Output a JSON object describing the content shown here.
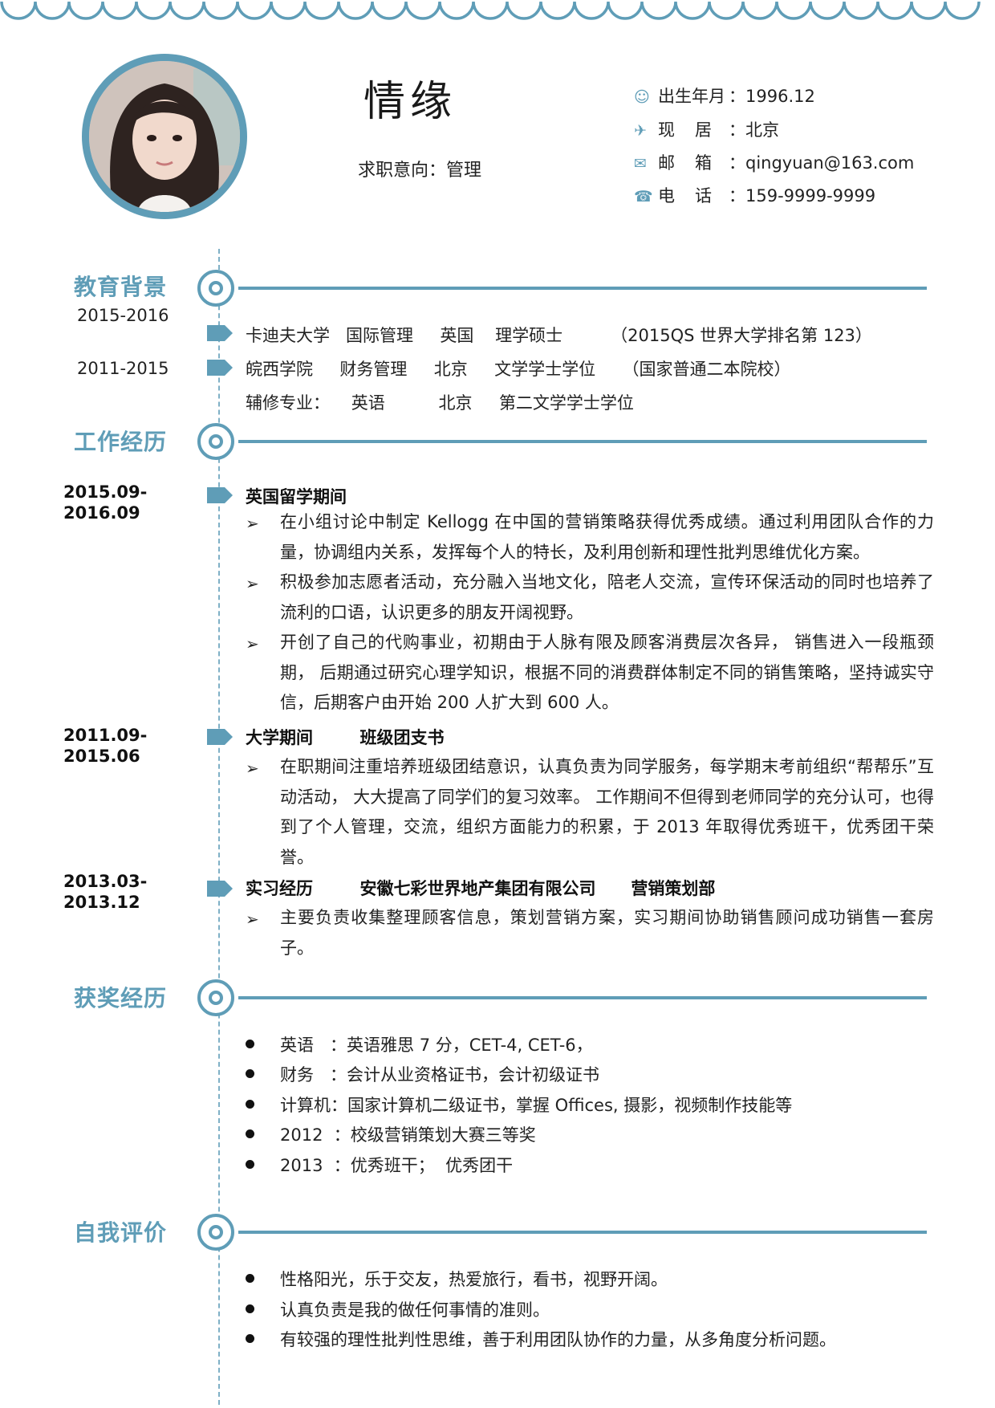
{
  "header": {
    "name": "情缘",
    "intent": "求职意向：管理"
  },
  "info": [
    {
      "icon": "smile-icon",
      "glyph": "☺",
      "label": "出生年月",
      "value": "：1996.12"
    },
    {
      "icon": "plane-icon",
      "glyph": "✈",
      "label": "现居",
      "value": "：北京"
    },
    {
      "icon": "mail-icon",
      "glyph": "✉",
      "label": "邮箱",
      "value": "：qingyuan@163.com"
    },
    {
      "icon": "phone-icon",
      "glyph": "☎",
      "label": "电话",
      "value": "：159-9999-9999"
    }
  ],
  "sections": {
    "education": "教育背景",
    "work": "工作经历",
    "awards": "获奖经历",
    "self": "自我评价"
  },
  "education": [
    {
      "year": "2015-2016",
      "line": "卡迪夫大学   国际管理     英国    理学硕士         （2015QS 世界大学排名第 123）"
    },
    {
      "year": "2011-2015",
      "line": "皖西学院     财务管理     北京     文学学士学位     （国家普通二本院校）"
    },
    {
      "year": "",
      "line": "辅修专业：    英语          北京     第二文学学士学位"
    }
  ],
  "work": [
    {
      "date1": "2015.09-",
      "date2": "2016.09",
      "title": "英国留学期间",
      "bullets": [
        "在小组讨论中制定 Kellogg 在中国的营销策略获得优秀成绩。通过利用团队合作的力量，协调组内关系，发挥每个人的特长，及利用创新和理性批判思维优化方案。",
        "积极参加志愿者活动，充分融入当地文化，陪老人交流，宣传环保活动的同时也培养了流利的口语，认识更多的朋友开阔视野。",
        "开创了自己的代购事业，初期由于人脉有限及顾客消费层次各异， 销售进入一段瓶颈期， 后期通过研究心理学知识，根据不同的消费群体制定不同的销售策略，坚持诚实守信，后期客户由开始 200 人扩大到 600 人。"
      ]
    },
    {
      "date1": "2011.09-",
      "date2": "2015.06",
      "title": "大学期间        班级团支书",
      "bullets": [
        "在职期间注重培养班级团结意识，认真负责为同学服务，每学期末考前组织“帮帮乐”互动活动， 大大提高了同学们的复习效率。 工作期间不但得到老师同学的充分认可，也得到了个人管理，交流，组织方面能力的积累，于 2013 年取得优秀班干，优秀团干荣誉。"
      ]
    },
    {
      "date1": "2013.03-",
      "date2": "2013.12",
      "title": "实习经历        安徽七彩世界地产集团有限公司      营销策划部",
      "bullets": [
        "主要负责收集整理顾客信息，策划营销方案，实习期间协助销售顾问成功销售一套房子。"
      ]
    }
  ],
  "awards": [
    "英语   ：英语雅思 7 分，CET-4, CET-6，",
    "财务   ：会计从业资格证书，会计初级证书",
    "计算机：国家计算机二级证书，掌握 Offices, 摄影，视频制作技能等",
    "2012  ：校级营销策划大赛三等奖",
    "2013  ：优秀班干；  优秀团干"
  ],
  "self": [
    "性格阳光，乐于交友，热爱旅行，看书，视野开阔。",
    "认真负责是我的做任何事情的准则。",
    "有较强的理性批判性思维，善于利用团队协作的力量，从多角度分析问题。"
  ],
  "colors": {
    "accent": "#5f9db7"
  }
}
